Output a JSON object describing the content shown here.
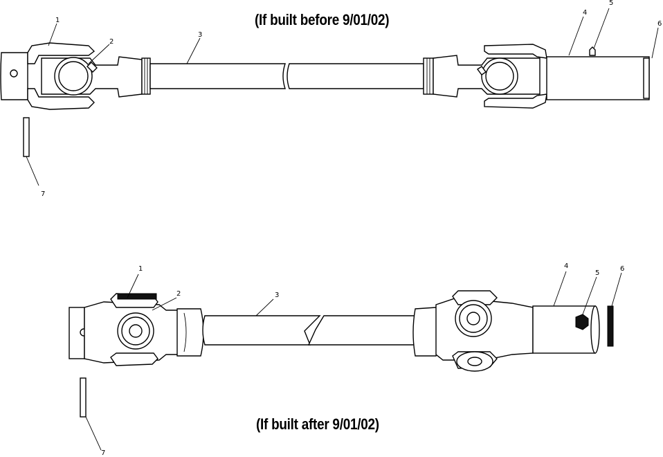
{
  "captions": {
    "top": "(If built before 9/01/02)",
    "bottom": "(If built after 9/01/02)"
  },
  "callouts": {
    "top": [
      "1",
      "2",
      "3",
      "4",
      "5",
      "6",
      "7"
    ],
    "bottom": [
      "1",
      "2",
      "3",
      "4",
      "5",
      "6",
      "7"
    ]
  }
}
